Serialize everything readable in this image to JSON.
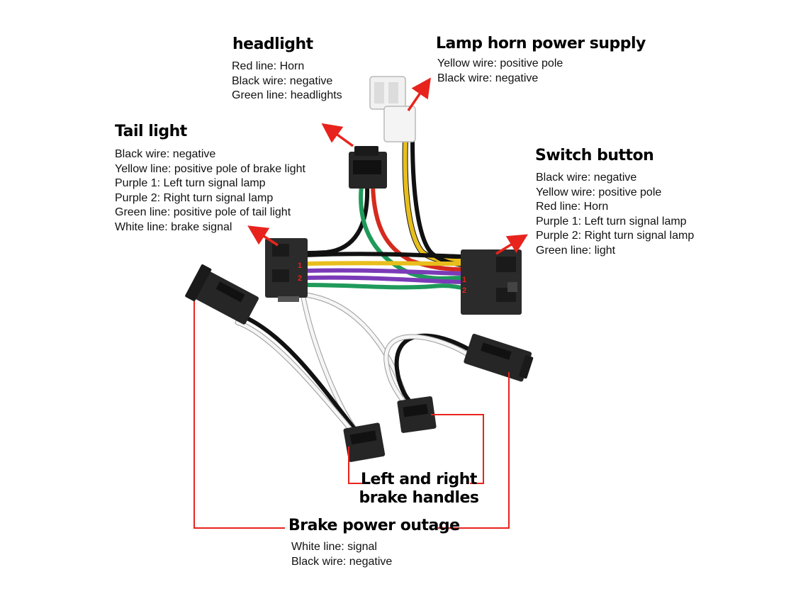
{
  "colors": {
    "arrow": "#e8231d",
    "bracket": "#e8231d",
    "connector": "#222222",
    "wire_black": "#111111",
    "wire_red": "#d52a1e",
    "wire_yellow": "#e8be1c",
    "wire_green": "#1f9a5a",
    "wire_purple": "#7a3bb8",
    "wire_white": "#f4f4f4"
  },
  "headlight": {
    "title": "headlight",
    "lines": [
      "Red line: Horn",
      "Black wire: negative",
      "Green line: headlights"
    ]
  },
  "lamp_horn": {
    "title": "Lamp horn power supply",
    "lines": [
      "Yellow wire: positive pole",
      "Black wire: negative"
    ]
  },
  "tail_light": {
    "title": "Tail light",
    "lines": [
      "Black wire: negative",
      "Yellow line: positive pole of brake light",
      "Purple 1: Left turn signal lamp",
      "Purple 2: Right turn signal lamp",
      "Green line: positive pole of tail light",
      "White line: brake signal"
    ]
  },
  "switch_button": {
    "title": "Switch button",
    "lines": [
      "Black wire: negative",
      "Yellow wire: positive pole",
      "Red line: Horn",
      "Purple 1: Left turn signal lamp",
      "Purple 2: Right turn signal lamp",
      "Green line: light"
    ]
  },
  "brake_handles": {
    "title_line1": "Left and right",
    "title_line2": "brake handles"
  },
  "brake_power": {
    "title": "Brake power outage",
    "lines": [
      "White line: signal",
      "Black wire: negative"
    ]
  },
  "connector_marks": {
    "left_1": "1",
    "left_2": "2",
    "right_1": "1",
    "right_2": "2"
  }
}
